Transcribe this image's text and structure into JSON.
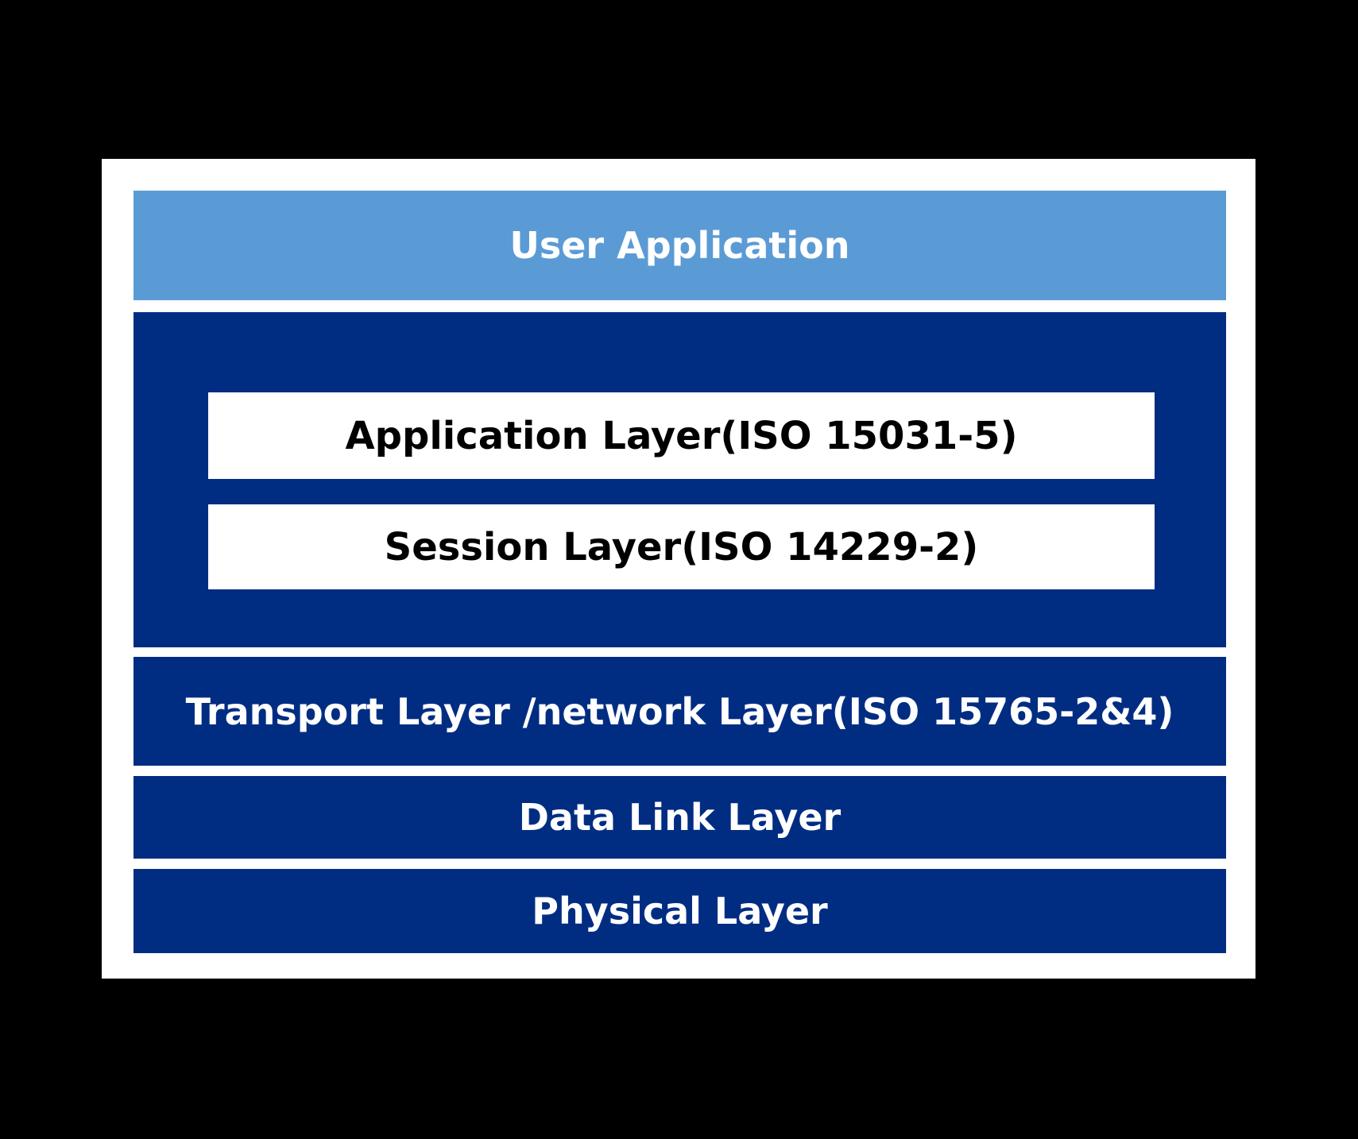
{
  "colors": {
    "background": "#000000",
    "panel": "#ffffff",
    "light_blue": "#5B9BD5",
    "dark_blue": "#002D82",
    "bar_text": "#ffffff",
    "box_text": "#000000"
  },
  "diagram": {
    "user_application": {
      "label": "User Application"
    },
    "application_layer": {
      "label": "Application Layer(ISO 15031-5)"
    },
    "session_layer": {
      "label": "Session Layer(ISO 14229-2)"
    },
    "transport_layer": {
      "label": "Transport Layer /network Layer(ISO 15765-2&4)"
    },
    "data_link_layer": {
      "label": "Data Link Layer"
    },
    "physical_layer": {
      "label": "Physical Layer"
    }
  }
}
